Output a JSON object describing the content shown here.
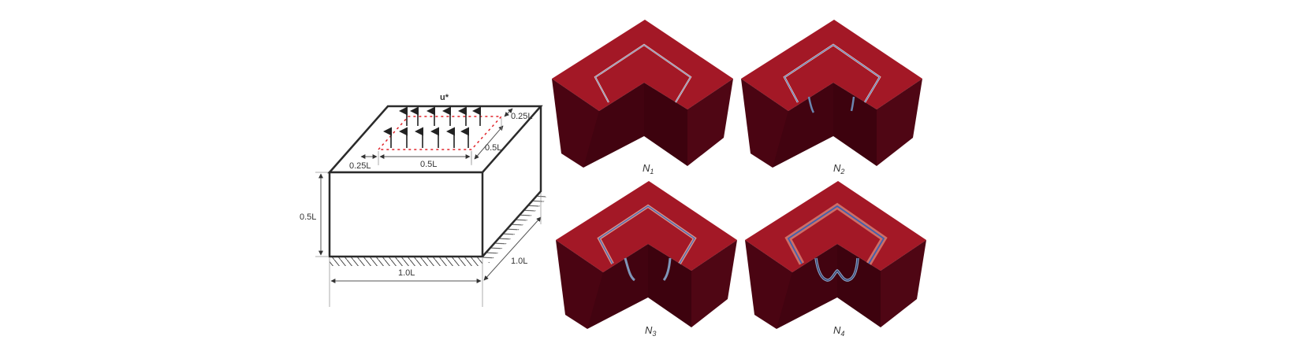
{
  "figure": {
    "schematic": {
      "load_label": "u*",
      "dimensions": {
        "top_inner_offset_right": "0.25L",
        "top_inner_depth": "0.5L",
        "top_inner_offset_left": "0.25L",
        "top_inner_width": "0.5L",
        "height": "0.5L",
        "width": "1.0L",
        "depth": "1.0L"
      },
      "colors": {
        "outline": "#2b2b2b",
        "load_region": "#e0242a",
        "dimension_lines": "#888888"
      }
    },
    "panels": [
      {
        "label": "N",
        "subscript": "1"
      },
      {
        "label": "N",
        "subscript": "2"
      },
      {
        "label": "N",
        "subscript": "3"
      },
      {
        "label": "N",
        "subscript": "4"
      }
    ],
    "colors": {
      "top_face": "#a31826",
      "side_face": "#4a0412",
      "side_face_light": "#5a0a18",
      "crack_blue": "#4d6fb8",
      "crack_light": "#f1d2c6"
    }
  }
}
